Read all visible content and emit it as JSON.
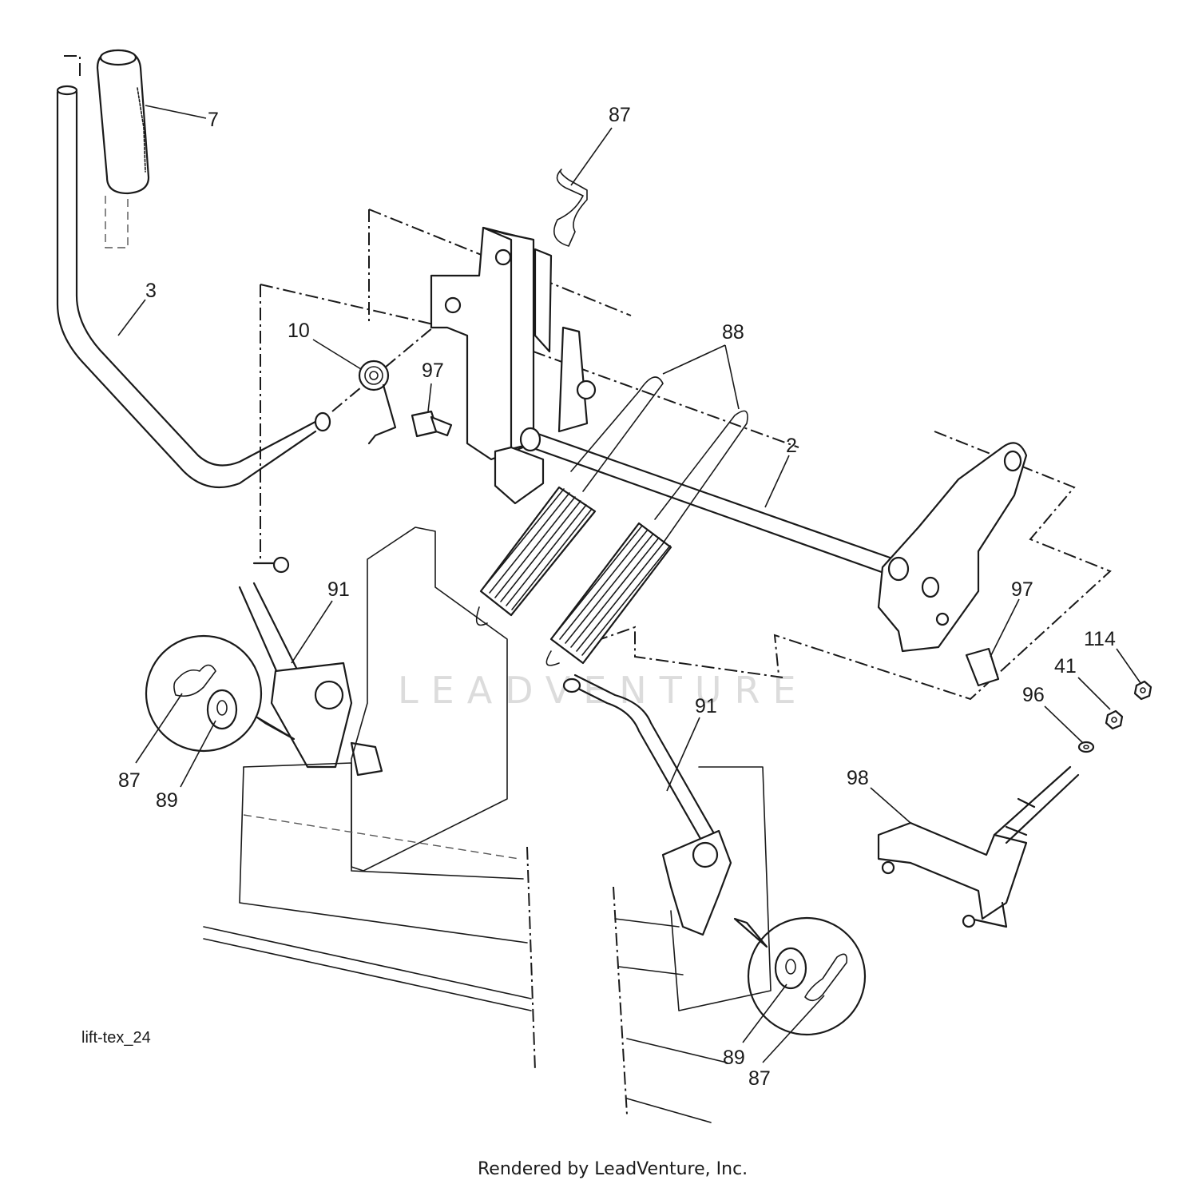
{
  "diagram": {
    "drawing_code": "lift-tex_24",
    "footer": "Rendered by LeadVenture, Inc.",
    "watermark": "LEADVENTURE",
    "callouts": [
      {
        "id": "c-7",
        "label": "7"
      },
      {
        "id": "c-87-top",
        "label": "87"
      },
      {
        "id": "c-3",
        "label": "3"
      },
      {
        "id": "c-10",
        "label": "10"
      },
      {
        "id": "c-97-left",
        "label": "97"
      },
      {
        "id": "c-88",
        "label": "88"
      },
      {
        "id": "c-2",
        "label": "2"
      },
      {
        "id": "c-97-right",
        "label": "97"
      },
      {
        "id": "c-91-left",
        "label": "91"
      },
      {
        "id": "c-91-right",
        "label": "91"
      },
      {
        "id": "c-114",
        "label": "114"
      },
      {
        "id": "c-41",
        "label": "41"
      },
      {
        "id": "c-96",
        "label": "96"
      },
      {
        "id": "c-98",
        "label": "98"
      },
      {
        "id": "c-87-left",
        "label": "87"
      },
      {
        "id": "c-89-left",
        "label": "89"
      },
      {
        "id": "c-89-right",
        "label": "89"
      },
      {
        "id": "c-87-right",
        "label": "87"
      }
    ]
  }
}
